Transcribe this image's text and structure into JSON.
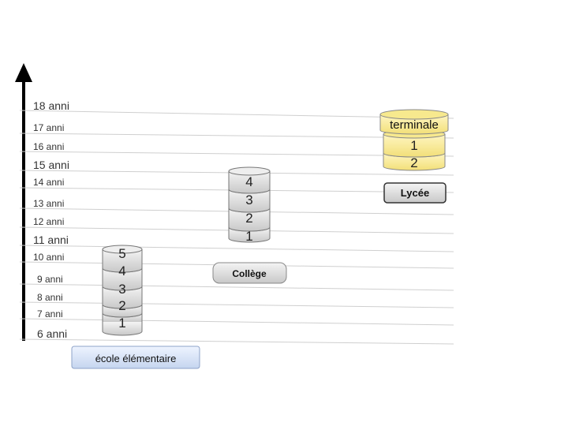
{
  "ages": {
    "a18": "18 anni",
    "a17": "17 anni",
    "a16": "16 anni",
    "a15": "15 anni",
    "a14": "14 anni",
    "a13": "13 anni",
    "a12": "12 anni",
    "a11": "11 anni",
    "a10": "10 anni",
    "a9": "9 anni",
    "a8": "8 anni",
    "a7": "7 anni",
    "a6": "6 anni"
  },
  "elementary": {
    "label": "école  élémentaire",
    "grades": [
      "1",
      "2",
      "3",
      "4",
      "5"
    ]
  },
  "college": {
    "label": "Collège",
    "grades": [
      "1",
      "2",
      "3",
      "4"
    ]
  },
  "lycee": {
    "label": "Lycée",
    "terminale": "terminale",
    "grades": [
      "1",
      "2"
    ]
  },
  "colors": {
    "lycee_fill": "#f7e98e",
    "stack_fill": "#e9e9e9",
    "elementary_box": "#c5d5ef",
    "axis": "#000000"
  }
}
